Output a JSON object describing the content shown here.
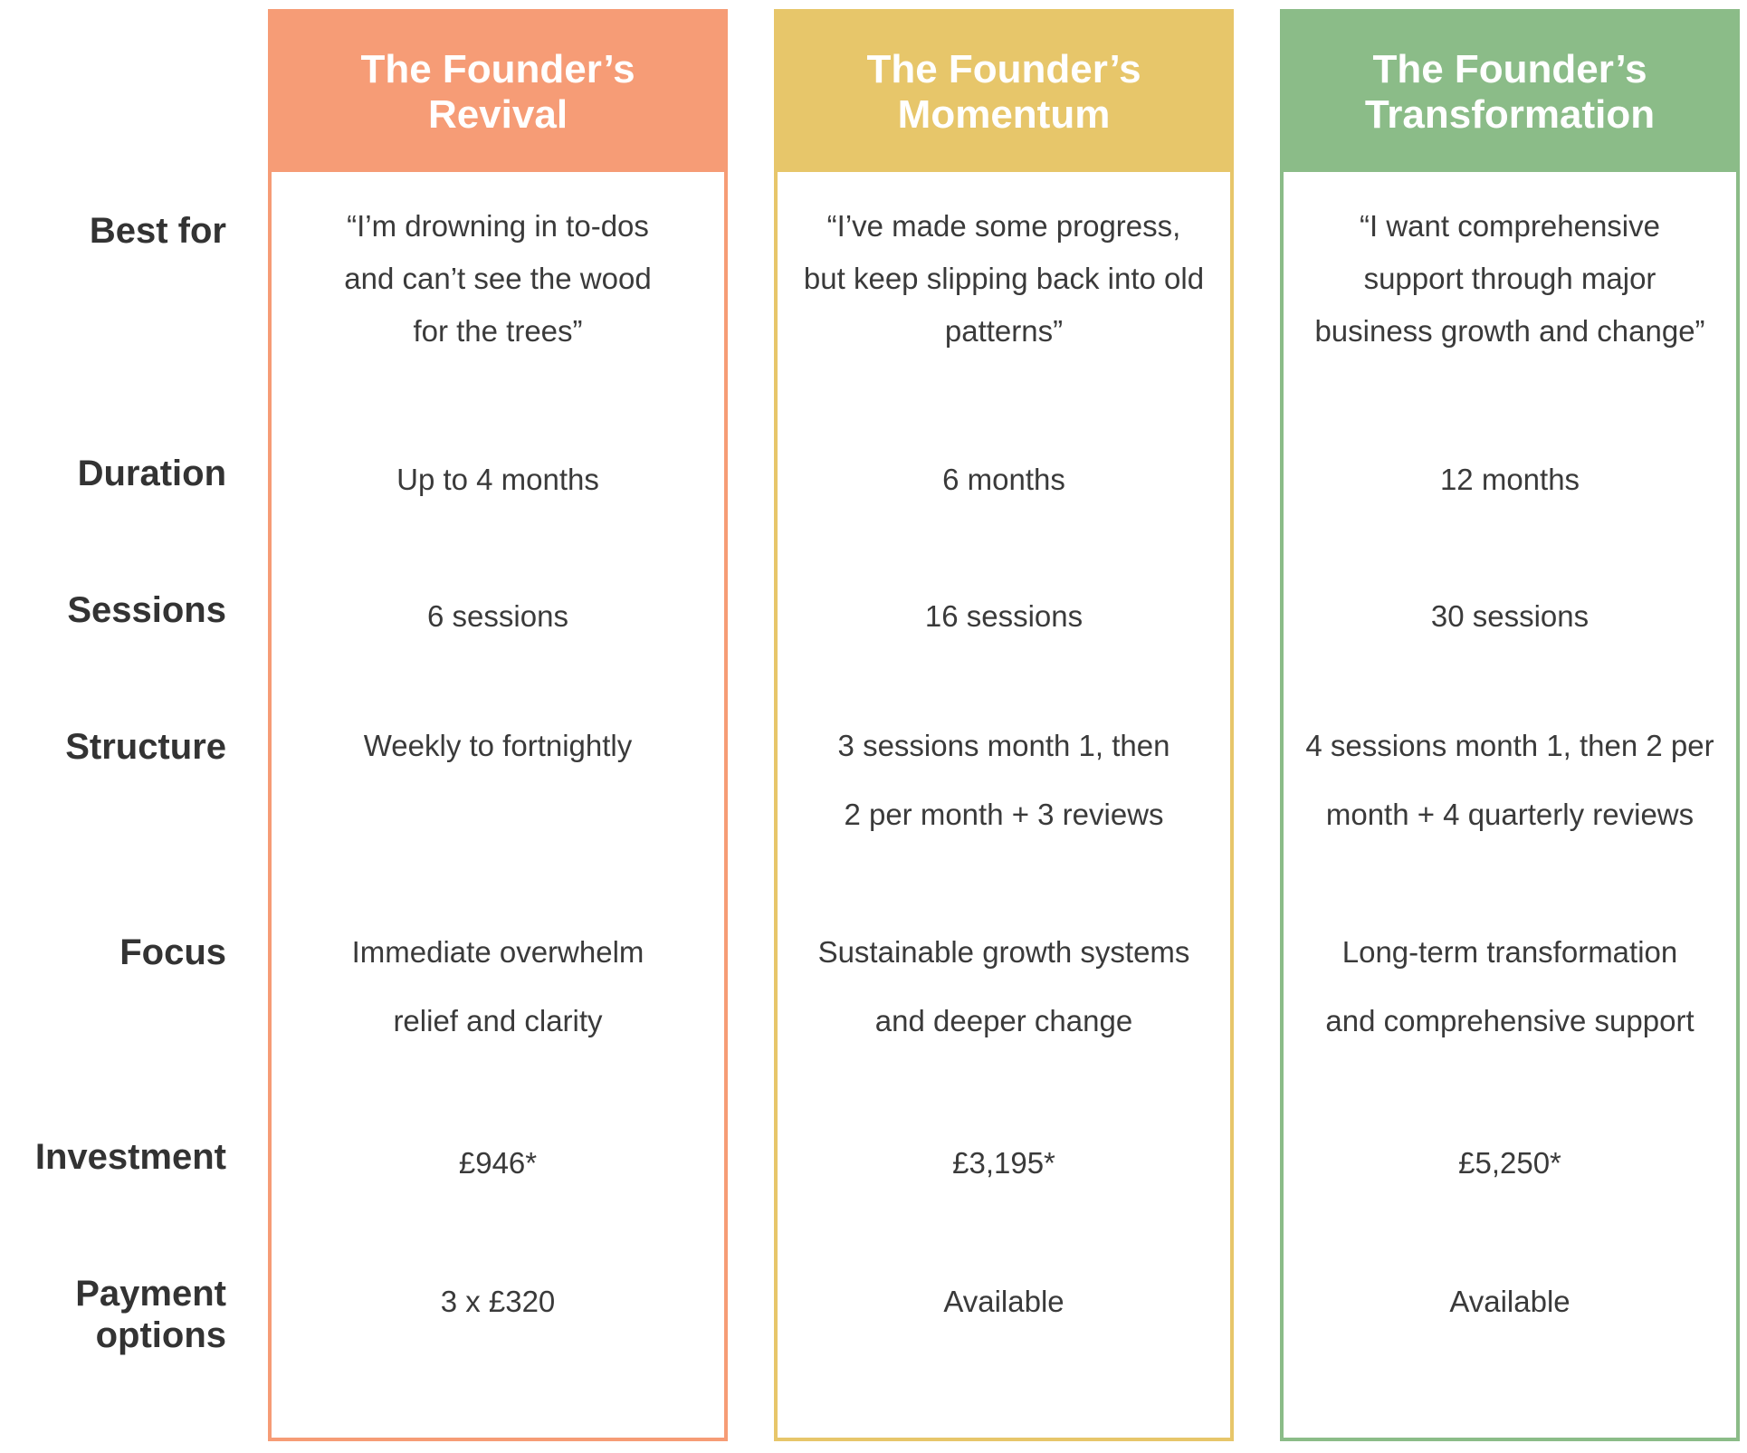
{
  "row_labels": {
    "best_for": "Best for",
    "duration": "Duration",
    "sessions": "Sessions",
    "structure": "Structure",
    "focus": "Focus",
    "investment": "Investment",
    "payment_line1": "Payment",
    "payment_line2": "options"
  },
  "colors": {
    "revival": "#F69C76",
    "momentum": "#E7C66A",
    "transformation": "#8BBC88"
  },
  "plans": [
    {
      "title_line1": "The Founder’s",
      "title_line2": "Revival",
      "best_for_1": "“I’m drowning in to-dos",
      "best_for_2": "and can’t see the wood",
      "best_for_3": "for the trees”",
      "duration": "Up to 4 months",
      "sessions": "6 sessions",
      "structure_1": "Weekly to fortnightly",
      "structure_2": "",
      "focus_1": "Immediate overwhelm",
      "focus_2": "relief and clarity",
      "investment": "£946*",
      "payment": "3 x £320"
    },
    {
      "title_line1": "The Founder’s",
      "title_line2": "Momentum",
      "best_for_1": "“I’ve made some progress,",
      "best_for_2": "but keep slipping back into old",
      "best_for_3": "patterns”",
      "duration": "6 months",
      "sessions": "16 sessions",
      "structure_1": "3 sessions month 1, then",
      "structure_2": "2 per month + 3 reviews",
      "focus_1": "Sustainable growth systems",
      "focus_2": "and deeper change",
      "investment": "£3,195*",
      "payment": "Available"
    },
    {
      "title_line1": "The Founder’s",
      "title_line2": "Transformation",
      "best_for_1": "“I want comprehensive",
      "best_for_2": "support through major",
      "best_for_3": "business growth and change”",
      "duration": "12 months",
      "sessions": "30 sessions",
      "structure_1": "4 sessions month 1, then 2 per",
      "structure_2": "month + 4 quarterly reviews",
      "focus_1": "Long-term transformation",
      "focus_2": "and comprehensive support",
      "investment": "£5,250*",
      "payment": "Available"
    }
  ]
}
